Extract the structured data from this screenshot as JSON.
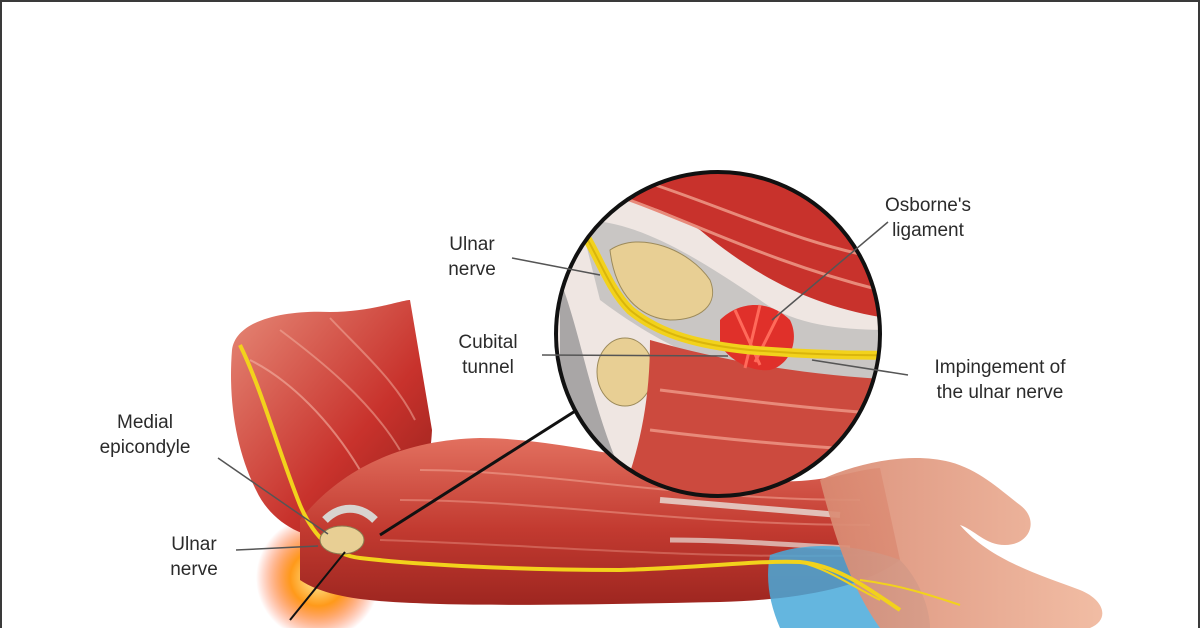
{
  "labels": {
    "ulnar_nerve_top": [
      "Ulnar",
      "nerve"
    ],
    "cubital_tunnel": [
      "Cubital",
      "tunnel"
    ],
    "osbornes_ligament": [
      "Osborne's",
      "ligament"
    ],
    "impingement": [
      "Impingement of",
      "the ulnar nerve"
    ],
    "medial_epicondyle": [
      "Medial",
      "epicondyle"
    ],
    "ulnar_nerve_bottom": [
      "Ulnar",
      "nerve"
    ]
  },
  "colors": {
    "muscle": "#c8322c",
    "muscle_light": "#e06a5c",
    "nerve": "#f2d21c",
    "tendon": "#d8d4d0",
    "bone": "#e8cf94",
    "inflammation": "#ff9a1a",
    "skin": "#e9a88a",
    "vessel": "#49a9d9"
  }
}
